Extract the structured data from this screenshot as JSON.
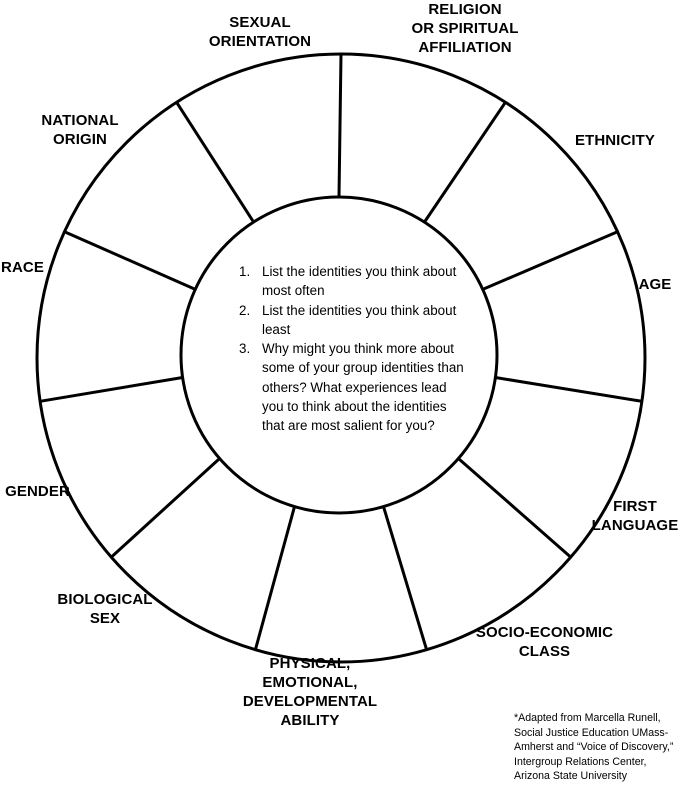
{
  "segments": [
    {
      "label_lines": [
        "RELIGION",
        "OR SPIRITUAL",
        "AFFILIATION"
      ]
    },
    {
      "label_lines": [
        "ETHNICITY"
      ]
    },
    {
      "label_lines": [
        "AGE"
      ]
    },
    {
      "label_lines": [
        "FIRST",
        "LANGUAGE"
      ]
    },
    {
      "label_lines": [
        "SOCIO-ECONOMIC",
        "CLASS"
      ]
    },
    {
      "label_lines": [
        "PHYSICAL,",
        "EMOTIONAL,",
        "DEVELOPMENTAL",
        "ABILITY"
      ]
    },
    {
      "label_lines": [
        "BIOLOGICAL",
        "SEX"
      ]
    },
    {
      "label_lines": [
        "GENDER"
      ]
    },
    {
      "label_lines": [
        "RACE"
      ]
    },
    {
      "label_lines": [
        "NATIONAL",
        "ORIGIN"
      ]
    },
    {
      "label_lines": [
        "SEXUAL",
        "ORIENTATION"
      ]
    }
  ],
  "center": {
    "items": [
      {
        "number": "1.",
        "text": "List the identities you think about most often"
      },
      {
        "number": "2.",
        "text": "List the identities you think about least"
      },
      {
        "number": "3.",
        "text": "Why might you think more about some of your group identities than others?  What experiences lead you to think about the identities that are most salient for you?"
      }
    ]
  },
  "footnote": "*Adapted from Marcella Runell, Social Justice Education UMass-Amherst and “Voice of Discovery,” Intergroup Relations Center, Arizona State University",
  "colors": {
    "line": "#000000",
    "background": "#ffffff"
  }
}
